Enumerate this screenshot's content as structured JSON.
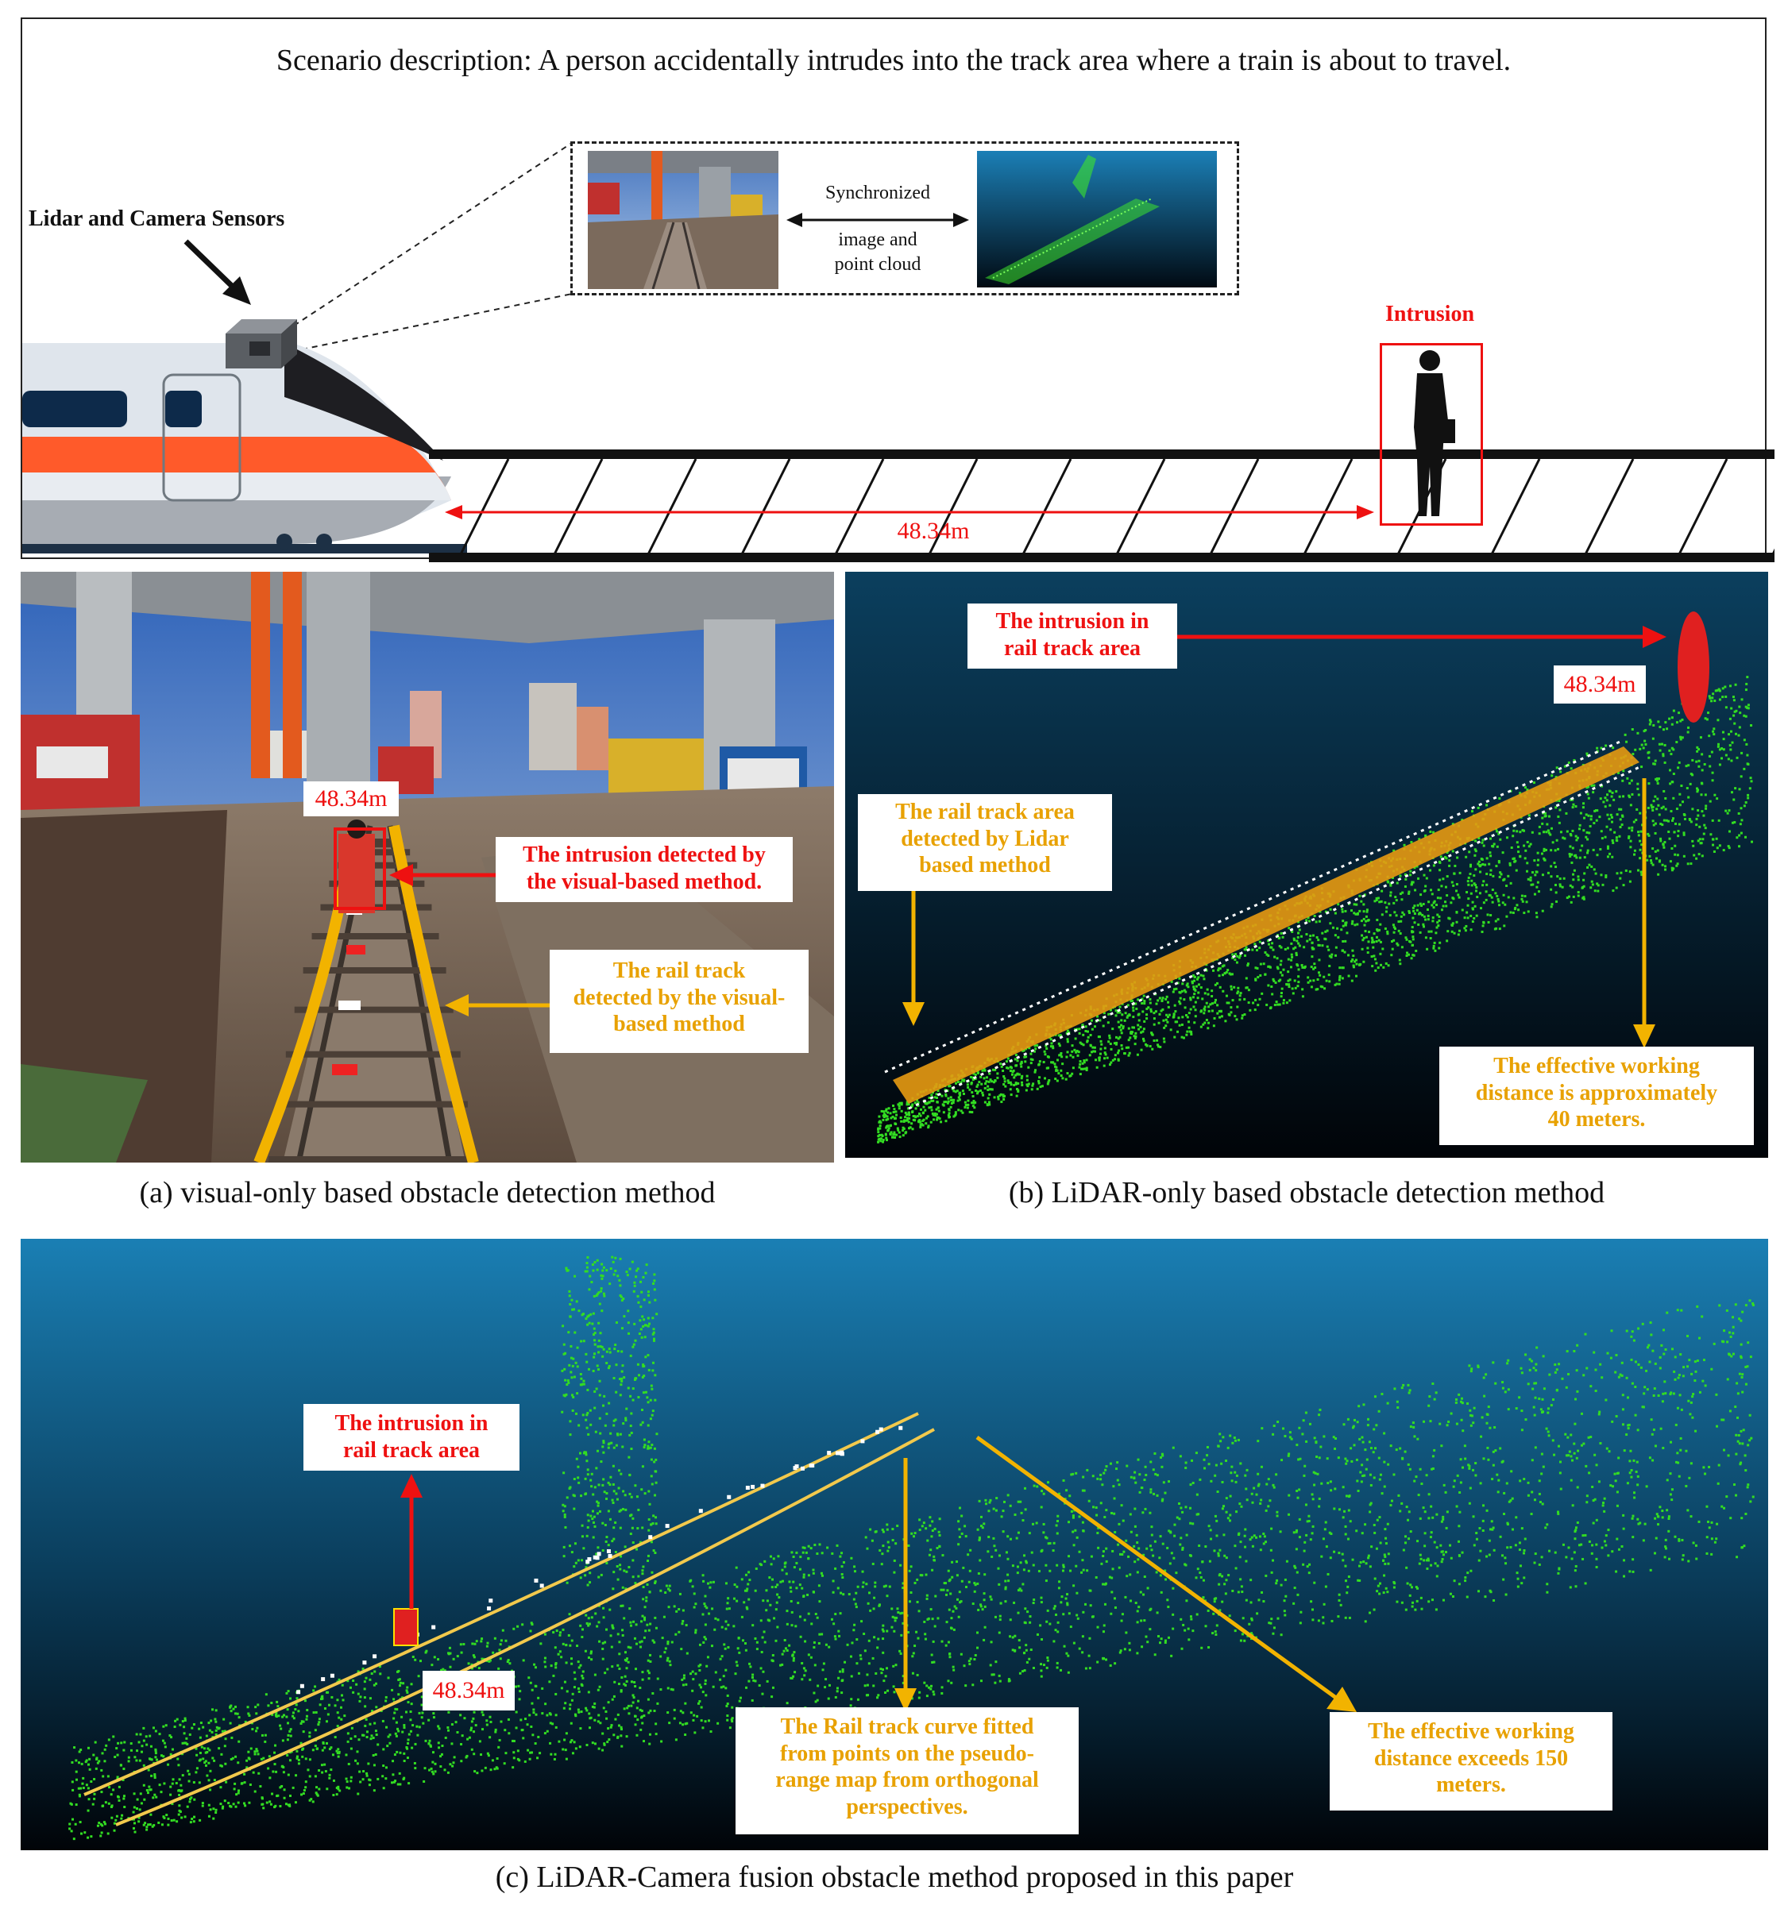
{
  "scenario": {
    "description": "Scenario description: A person accidentally intrudes into the track area where a train is about to travel.",
    "sensors_label": "Lidar and Camera Sensors",
    "sync_label_1": "Synchronized",
    "sync_label_2": "image and",
    "sync_label_3": "point cloud",
    "intrusion_label": "Intrusion",
    "distance_label": "48.34m"
  },
  "panel_a": {
    "distance_label": "48.34m",
    "intrusion_label_1": "The intrusion detected by",
    "intrusion_label_2": "the visual-based method.",
    "track_label_1": "The rail track",
    "track_label_2": "detected by the visual-",
    "track_label_3": "based method",
    "caption": "(a) visual-only based obstacle detection method"
  },
  "panel_b": {
    "intrusion_label_1": "The intrusion in",
    "intrusion_label_2": "rail track area",
    "distance_label": "48.34m",
    "track_label_1": "The rail track area",
    "track_label_2": "detected by Lidar",
    "track_label_3": "based method",
    "range_label_1": "The effective working",
    "range_label_2": "distance is approximately",
    "range_label_3": "40 meters.",
    "caption": "(b) LiDAR-only based obstacle detection method"
  },
  "panel_c": {
    "intrusion_label_1": "The intrusion in",
    "intrusion_label_2": "rail track area",
    "distance_label": "48.34m",
    "curve_label_1": "The Rail track curve fitted",
    "curve_label_2": "from points on the pseudo-",
    "curve_label_3": "range map from orthogonal",
    "curve_label_4": "perspectives.",
    "range_label_1": "The effective working",
    "range_label_2": "distance exceeds 150",
    "range_label_3": "meters.",
    "caption": "(c) LiDAR-Camera fusion obstacle method proposed in this paper"
  },
  "colors": {
    "accent_red": "#ee1111",
    "accent_gold": "#e8a100",
    "point_green": "#33dd22",
    "train_orange": "#ff5a2a",
    "train_navy": "#0d2a4a"
  }
}
